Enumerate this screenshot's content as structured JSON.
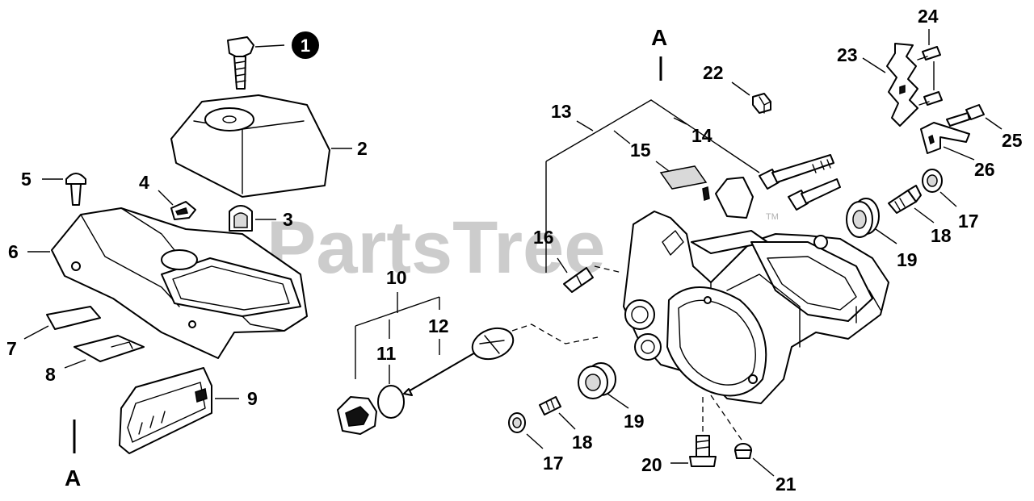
{
  "watermark": {
    "text": "PartsTree",
    "trademark": "TM"
  },
  "section_markers": {
    "top": "A",
    "bottom": "A"
  },
  "highlighted_callout": "1",
  "callouts": {
    "c2": "2",
    "c3": "3",
    "c4": "4",
    "c5": "5",
    "c6": "6",
    "c7": "7",
    "c8": "8",
    "c9": "9",
    "c10": "10",
    "c11": "11",
    "c12": "12",
    "c13": "13",
    "c14": "14",
    "c15": "15",
    "c16": "16",
    "c17a": "17",
    "c17b": "17",
    "c18a": "18",
    "c18b": "18",
    "c19a": "19",
    "c19b": "19",
    "c20": "20",
    "c21": "21",
    "c22": "22",
    "c23": "23",
    "c24": "24",
    "c25": "25",
    "c26": "26"
  },
  "colors": {
    "ink": "#000000",
    "paper": "#ffffff",
    "watermark": "#c4c4c4"
  }
}
